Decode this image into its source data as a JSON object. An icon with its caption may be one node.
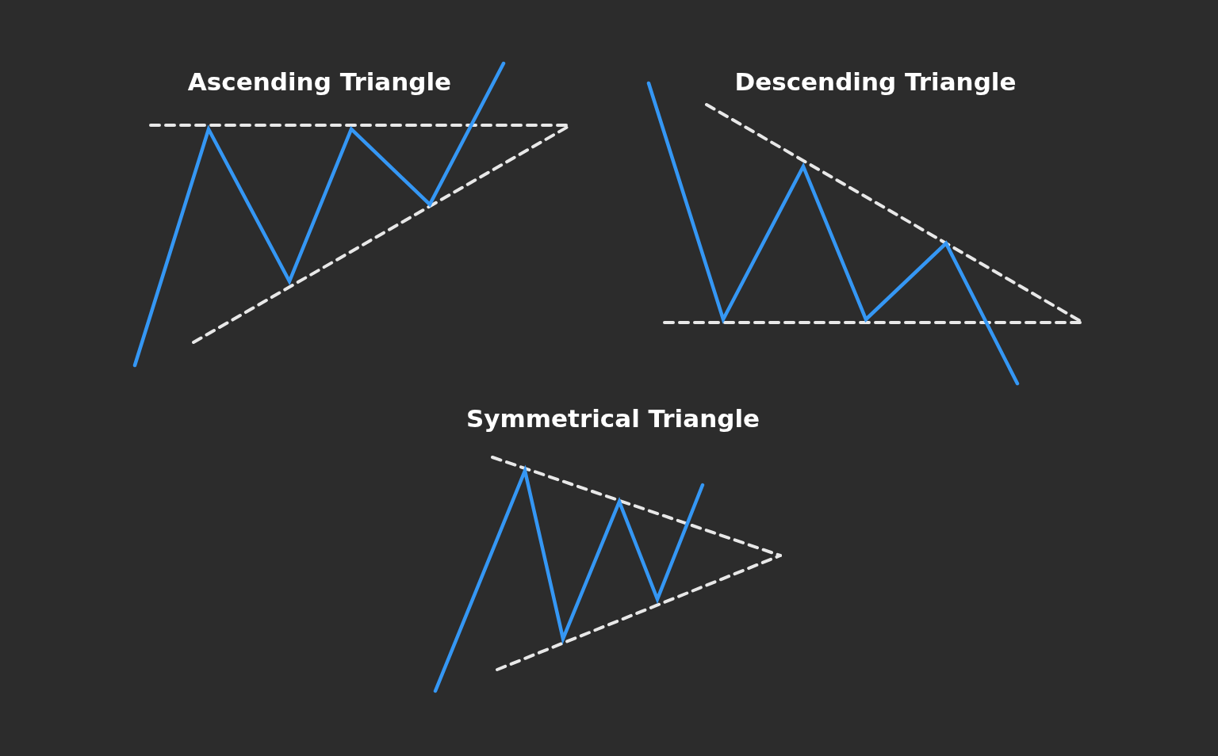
{
  "diagram": {
    "labels": [
      "Ascending Triangle",
      "Descending Triangle",
      "Symmetrical Triangle"
    ]
  }
}
